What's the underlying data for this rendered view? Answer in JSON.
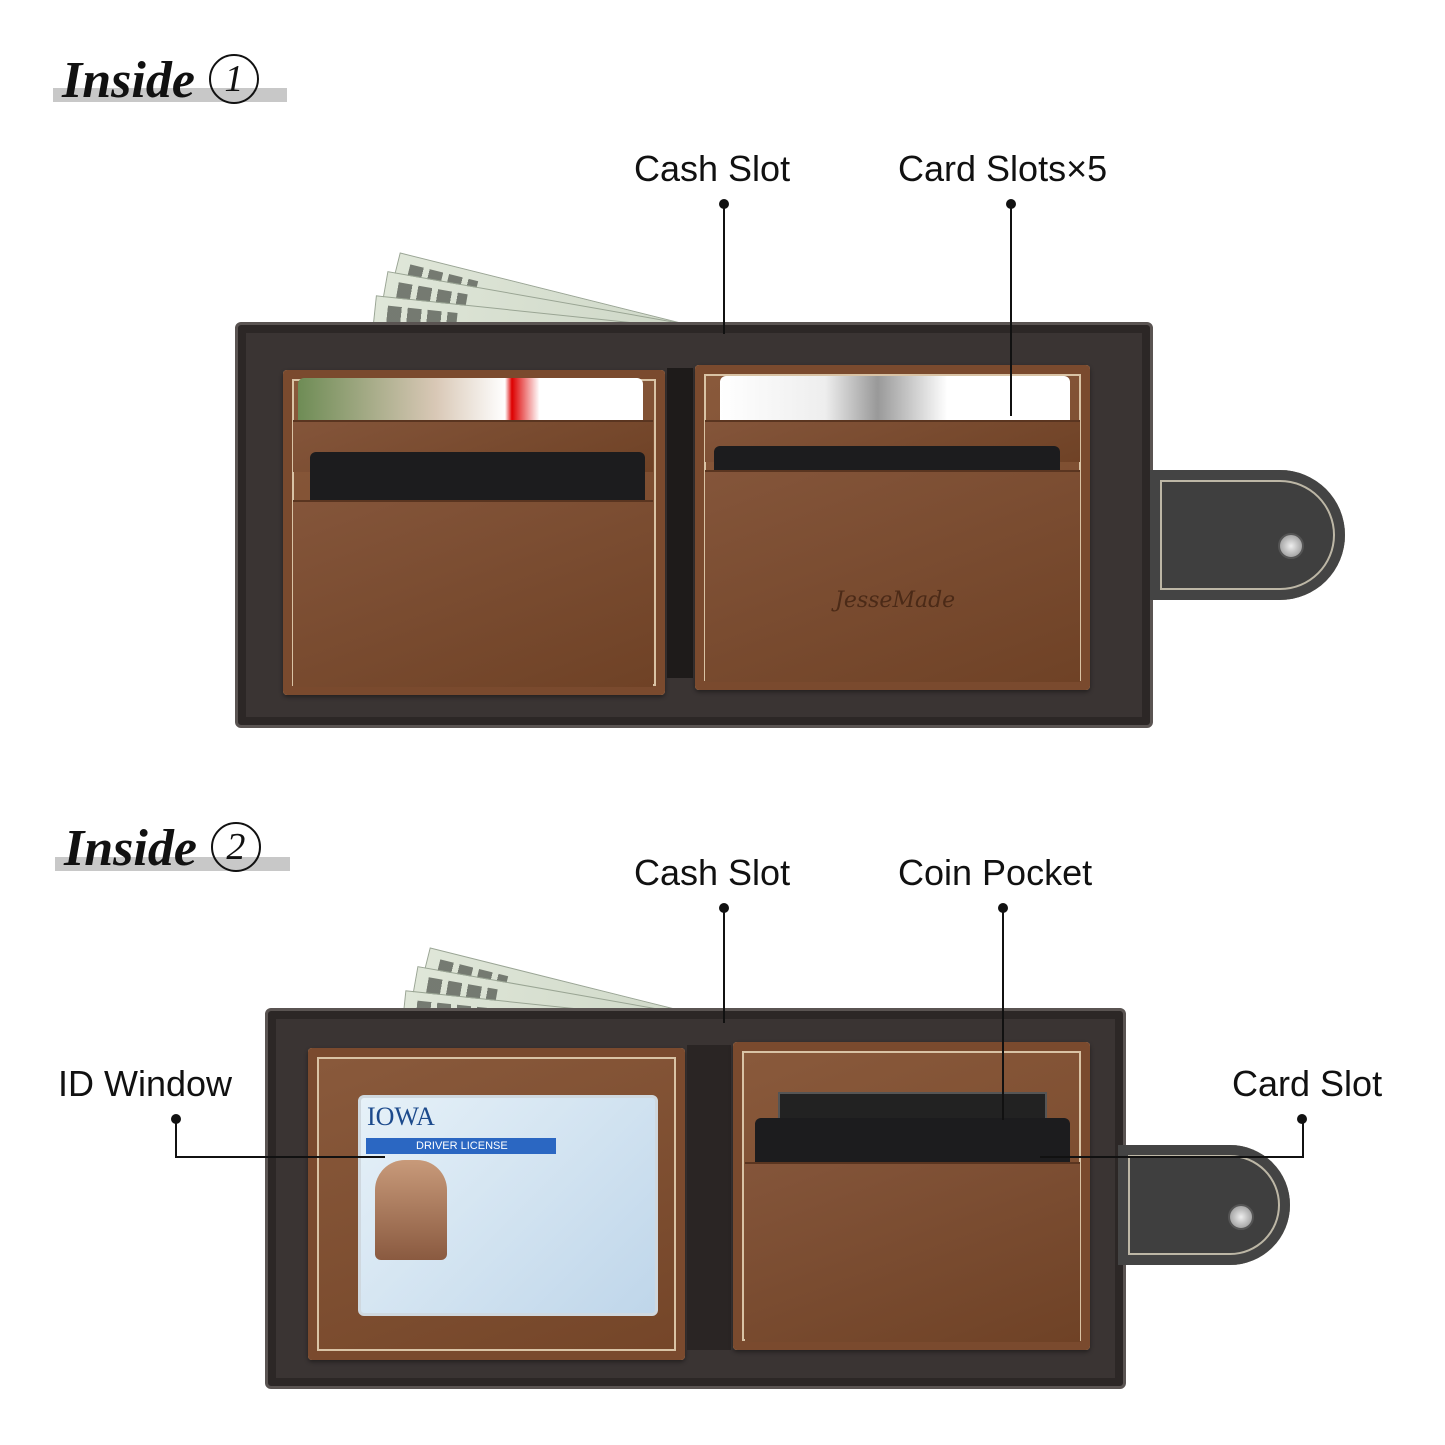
{
  "section1": {
    "title": "Inside",
    "number": "1",
    "labels": {
      "cash_slot": "Cash Slot",
      "card_slots": "Card Slots×5"
    },
    "brand": "JesseMade"
  },
  "section2": {
    "title": "Inside",
    "number": "2",
    "labels": {
      "cash_slot": "Cash Slot",
      "coin_pocket": "Coin Pocket",
      "id_window": "ID Window",
      "card_slot": "Card Slot"
    },
    "id_card": {
      "state": "IOWA",
      "type": "DRIVER LICENSE"
    }
  },
  "colors": {
    "wallet_outer": "#3a3433",
    "panel_brown": "#7a4a2e",
    "strap": "#3f3f3f",
    "title_bar": "#c8c8c8"
  },
  "icons": [
    "banknote",
    "snap-button",
    "zipper"
  ]
}
